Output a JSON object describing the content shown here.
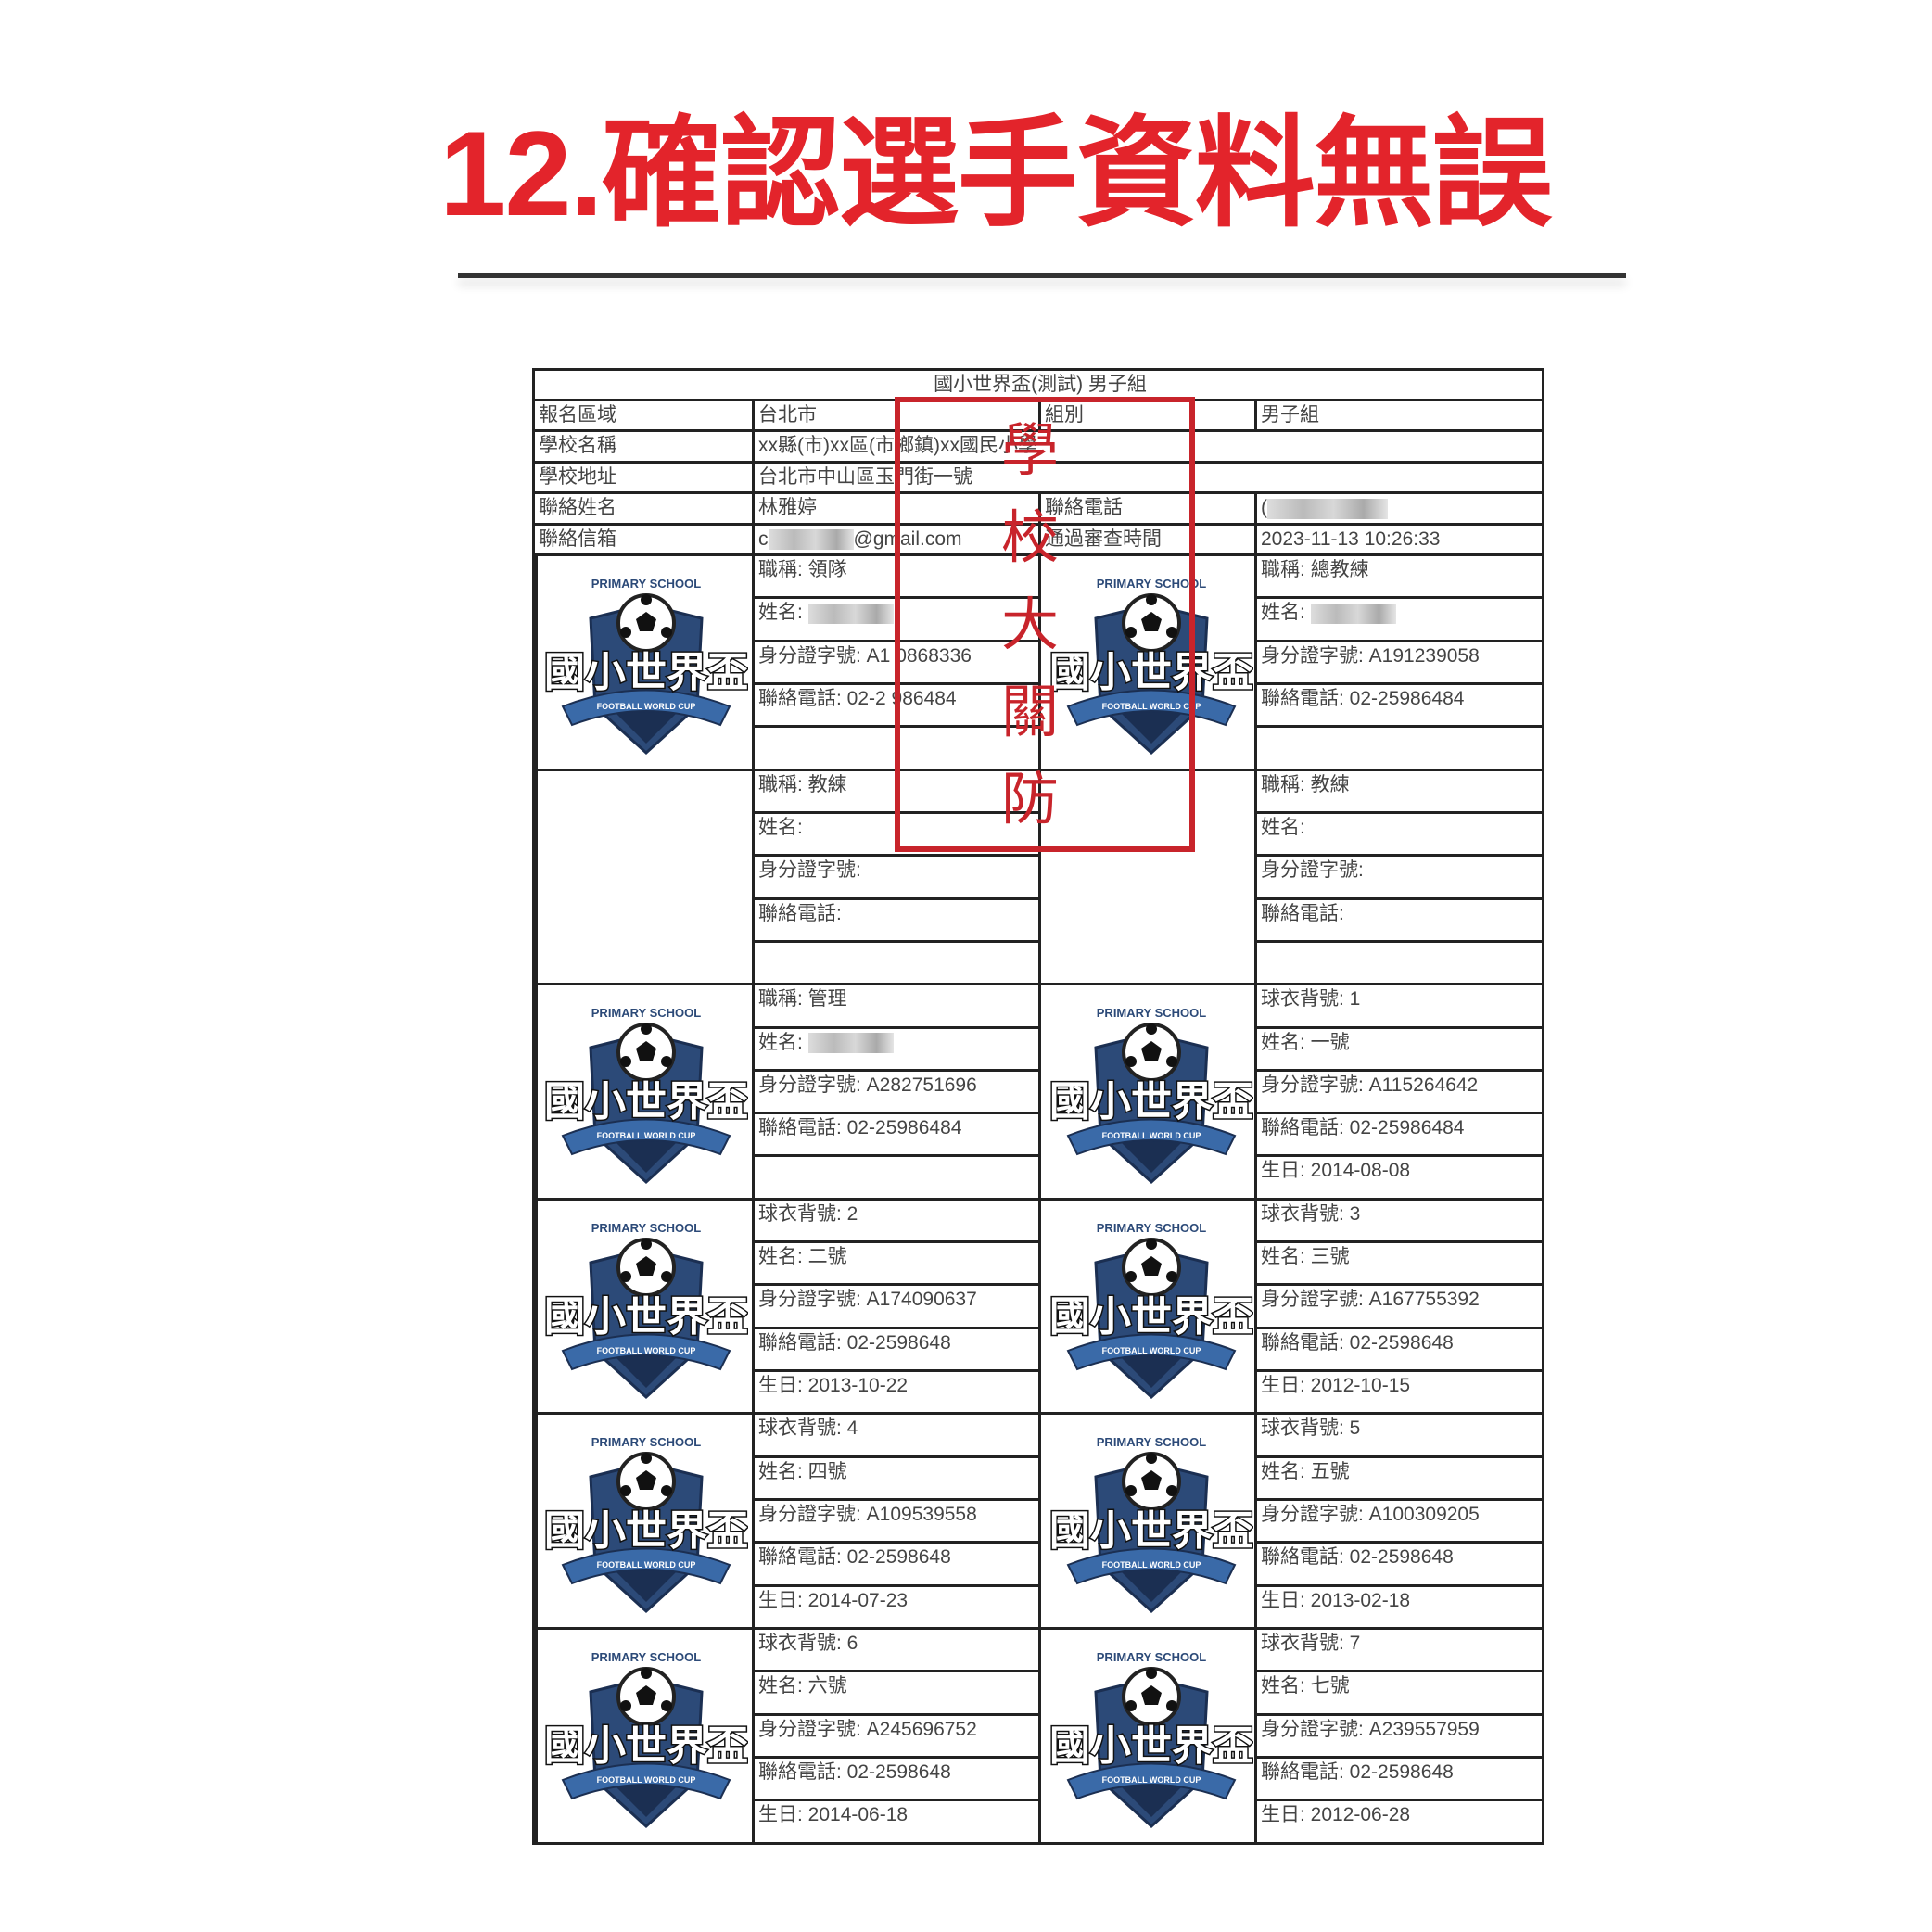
{
  "title": "12.確認選手資料無誤",
  "sheet": {
    "heading": "國小世界盃(測試) 男子組",
    "rows": [
      {
        "label": "報名區域",
        "value": "台北市",
        "label2": "組別",
        "value2": "男子組"
      },
      {
        "label": "學校名稱",
        "value": "xx縣(市)xx區(市鄉鎮)xx國民小學"
      },
      {
        "label": "學校地址",
        "value": "台北市中山區玉門街一號"
      },
      {
        "label": "聯絡姓名",
        "value": "林雅婷",
        "label2": "聯絡電話",
        "value2": "("
      },
      {
        "label": "聯絡信箱",
        "value": "c",
        "value_suffix": "@gmail.com",
        "label2": "通過審查時間",
        "value2": "2023-11-13 10:26:33"
      }
    ],
    "logo": {
      "top": "PRIMARY SCHOOL",
      "main": "國小世界盃",
      "ribbon": "FOOTBALL WORLD CUP"
    },
    "blocks": [
      {
        "logo": true,
        "left": [
          {
            "t": "職稱: 領隊"
          },
          {
            "t": "姓名: ",
            "blur": true
          },
          {
            "t": "身分證字號: A1 0868336"
          },
          {
            "t": "聯絡電話: 02-2 986484"
          },
          {
            "t": ""
          }
        ],
        "right": [
          {
            "t": "職稱: 總教練"
          },
          {
            "t": "姓名: ",
            "blur": true
          },
          {
            "t": "身分證字號: A191239058"
          },
          {
            "t": "聯絡電話: 02-25986484"
          },
          {
            "t": ""
          }
        ]
      },
      {
        "logo": false,
        "left": [
          {
            "t": "職稱: 教練"
          },
          {
            "t": "姓名:"
          },
          {
            "t": "身分證字號:"
          },
          {
            "t": "聯絡電話:"
          },
          {
            "t": ""
          }
        ],
        "right": [
          {
            "t": "職稱: 教練"
          },
          {
            "t": "姓名:"
          },
          {
            "t": "身分證字號:"
          },
          {
            "t": "聯絡電話:"
          },
          {
            "t": ""
          }
        ]
      },
      {
        "logo": true,
        "left": [
          {
            "t": "職稱: 管理"
          },
          {
            "t": "姓名: ",
            "blur": true
          },
          {
            "t": "身分證字號: A282751696"
          },
          {
            "t": "聯絡電話: 02-25986484"
          },
          {
            "t": ""
          }
        ],
        "right": [
          {
            "t": "球衣背號: 1"
          },
          {
            "t": "姓名: 一號"
          },
          {
            "t": "身分證字號: A115264642"
          },
          {
            "t": "聯絡電話: 02-25986484"
          },
          {
            "t": "生日: 2014-08-08"
          }
        ]
      },
      {
        "logo": true,
        "left": [
          {
            "t": "球衣背號: 2"
          },
          {
            "t": "姓名: 二號"
          },
          {
            "t": "身分證字號: A174090637"
          },
          {
            "t": "聯絡電話: 02-2598648"
          },
          {
            "t": "生日: 2013-10-22"
          }
        ],
        "right": [
          {
            "t": "球衣背號: 3"
          },
          {
            "t": "姓名: 三號"
          },
          {
            "t": "身分證字號: A167755392"
          },
          {
            "t": "聯絡電話: 02-2598648"
          },
          {
            "t": "生日: 2012-10-15"
          }
        ]
      },
      {
        "logo": true,
        "left": [
          {
            "t": "球衣背號: 4"
          },
          {
            "t": "姓名: 四號"
          },
          {
            "t": "身分證字號: A109539558"
          },
          {
            "t": "聯絡電話: 02-2598648"
          },
          {
            "t": "生日: 2014-07-23"
          }
        ],
        "right": [
          {
            "t": "球衣背號: 5"
          },
          {
            "t": "姓名: 五號"
          },
          {
            "t": "身分證字號: A100309205"
          },
          {
            "t": "聯絡電話: 02-2598648"
          },
          {
            "t": "生日: 2013-02-18"
          }
        ]
      },
      {
        "logo": true,
        "left": [
          {
            "t": "球衣背號: 6"
          },
          {
            "t": "姓名: 六號"
          },
          {
            "t": "身分證字號: A245696752"
          },
          {
            "t": "聯絡電話: 02-2598648"
          },
          {
            "t": "生日: 2014-06-18"
          }
        ],
        "right": [
          {
            "t": "球衣背號: 7"
          },
          {
            "t": "姓名: 七號"
          },
          {
            "t": "身分證字號: A239557959"
          },
          {
            "t": "聯絡電話: 02-2598648"
          },
          {
            "t": "生日: 2012-06-28"
          }
        ]
      }
    ]
  },
  "stamp": {
    "chars": [
      "學",
      "校",
      "大",
      "關",
      "防"
    ],
    "color": "#c8242b"
  }
}
